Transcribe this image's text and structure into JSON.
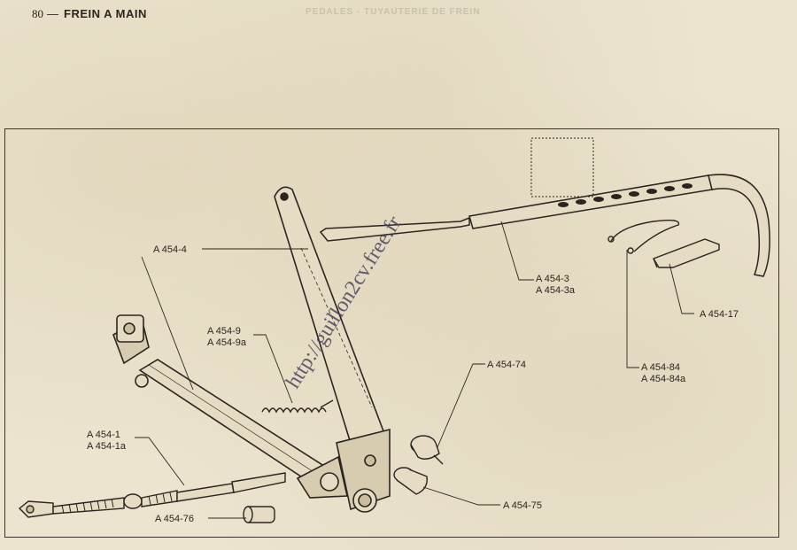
{
  "header": {
    "page_number": "80",
    "separator": "—",
    "title": "FREIN A MAIN"
  },
  "ghost_header": "PEDALES - TUYAUTERIE DE FREIN",
  "watermark": "http://guillon2cv.free.fr",
  "labels": {
    "a454_4": "A 454-4",
    "a454_3": "A 454-3",
    "a454_3a": "A 454-3a",
    "a454_17": "A 454-17",
    "a454_9": "A 454-9",
    "a454_9a": "A 454-9a",
    "a454_74": "A 454-74",
    "a454_84": "A 454-84",
    "a454_84a": "A 454-84a",
    "a454_1": "A 454-1",
    "a454_1a": "A 454-1a",
    "a454_76": "A 454-76",
    "a454_75": "A 454-75"
  },
  "colors": {
    "ink": "#2a2520",
    "paper": "#ece4cf",
    "watermark": "#4a4560"
  }
}
